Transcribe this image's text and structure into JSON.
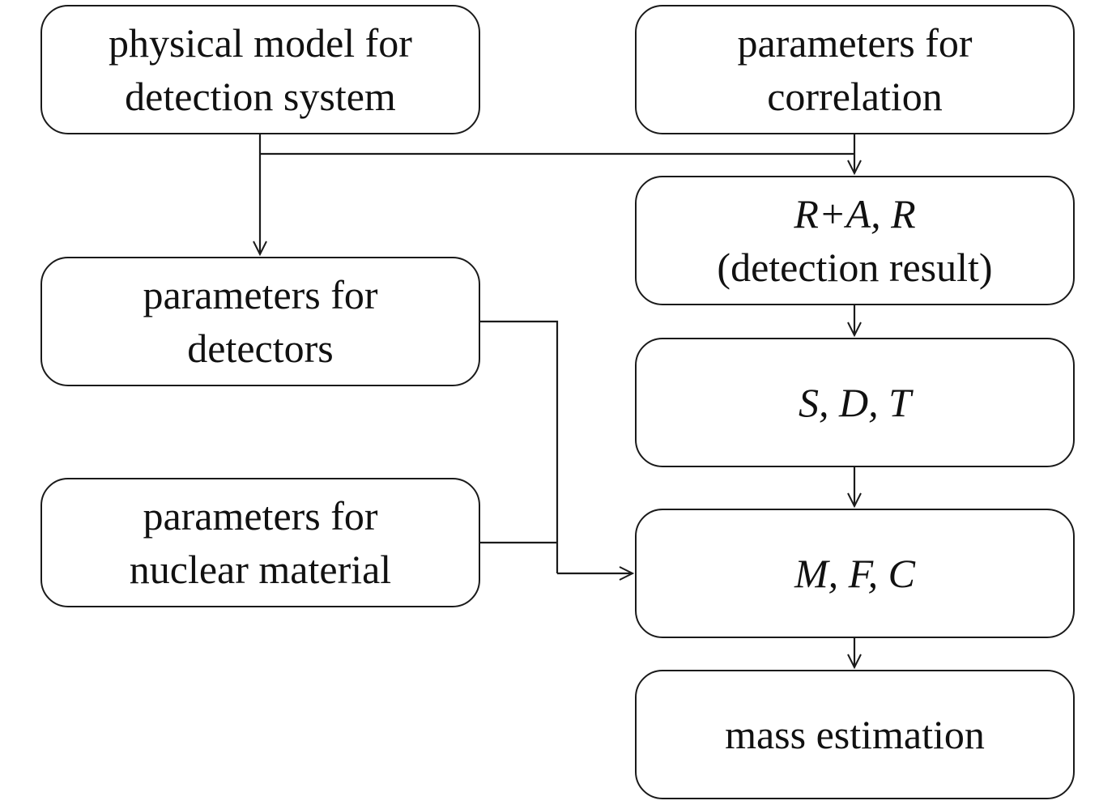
{
  "boxes": {
    "physical_model": {
      "line1": "physical model for",
      "line2": "detection system"
    },
    "correlation": {
      "line1": "parameters for",
      "line2": "correlation"
    },
    "detection_result": {
      "line1": "R+A, R",
      "line2": "(detection result)"
    },
    "detectors": {
      "line1": "parameters for",
      "line2": "detectors"
    },
    "sdt": {
      "line1": "S, D, T"
    },
    "nuclear_material": {
      "line1": "parameters for",
      "line2": "nuclear material"
    },
    "mfc": {
      "line1": "M, F, C"
    },
    "mass_estimation": {
      "line1": "mass estimation"
    }
  },
  "colors": {
    "stroke": "#1a1a1a",
    "background": "#ffffff"
  }
}
